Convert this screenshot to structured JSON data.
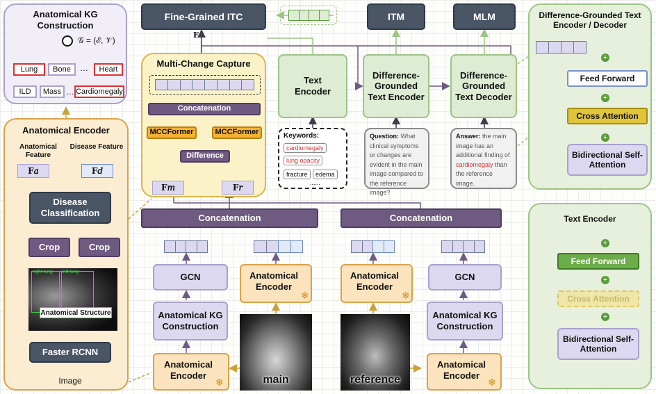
{
  "kg_panel": {
    "title": "Anatomical KG Construction",
    "formula": "𝒢 = (ℰ, 𝒱)",
    "lung": "Lung",
    "bone": "Bone",
    "dots": "…",
    "heart": "Heart",
    "ild": "ILD",
    "mass": "Mass",
    "dots2": "…",
    "cardiomegaly": "Cardiomegaly"
  },
  "anat_panel": {
    "title": "Anatomical Encoder",
    "anatomical_feature": "Anatomical Feature",
    "disease_feature": "Disease Feature",
    "fa": "𝐅𝑎",
    "fd": "𝐅𝑑",
    "disease_classification": "Disease Classification",
    "crop1": "Crop",
    "crop2": "Crop",
    "structure_label": "Anatomical Structure",
    "right_lung": "right lung",
    "left_lung": "left lung",
    "faster_rcnn": "Faster RCNN",
    "image_label": "Image"
  },
  "top": {
    "fine_grained": "Fine-Grained ITC",
    "itm": "ITM",
    "mlm": "MLM",
    "f_label": "𝐅"
  },
  "mcc": {
    "title": "Multi-Change Capture",
    "concatenation": "Concatenation",
    "mccformer1": "MCCFormer",
    "mccformer2": "MCCFormer",
    "difference": "Difference",
    "fm": "𝐅𝑚",
    "fr": "𝐅𝑟"
  },
  "center": {
    "text_encoder": "Text Encoder",
    "dg_encoder": "Difference-Grounded Text Encoder",
    "dg_decoder": "Difference-Grounded Text Decoder",
    "keywords_title": "Keywords:",
    "keywords": [
      "cardiomegaly",
      "lung opacity",
      "fracture",
      "edema",
      "......"
    ],
    "question_label": "Question:",
    "question_text": "What clinical symptoms or changes are evident in the main image compared to the reference image?",
    "answer_label": "Answer:",
    "answer_pre": "the main image has an additional finding of",
    "answer_highlight": "cardiomegaly",
    "answer_post": "than the reference image."
  },
  "bottom": {
    "concat_left": "Concatenation",
    "concat_right": "Concatenation",
    "gcn_left": "GCN",
    "gcn_right": "GCN",
    "anat_enc_a": "Anatomical Encoder",
    "anat_enc_b": "Anatomical Encoder",
    "anat_enc_c": "Anatomical Encoder",
    "anat_enc_d": "Anatomical Encoder",
    "kg_left": "Anatomical KG Construction",
    "kg_right": "Anatomical KG Construction",
    "main": "main",
    "reference": "reference"
  },
  "right_top": {
    "title": "Difference-Grounded Text Encoder / Decoder",
    "feed_forward": "Feed Forward",
    "cross_attention": "Cross Attention",
    "self_attention": "Bidirectional Self-Attention"
  },
  "right_bottom": {
    "title": "Text Encoder",
    "feed_forward": "Feed Forward",
    "cross_attention": "Cross Attention",
    "self_attention": "Bidirectional Self-Attention"
  },
  "colors": {
    "purple": "#6f5b82",
    "gold": "#c9a13a",
    "green": "#5a9a3c",
    "red": "#e03030"
  }
}
